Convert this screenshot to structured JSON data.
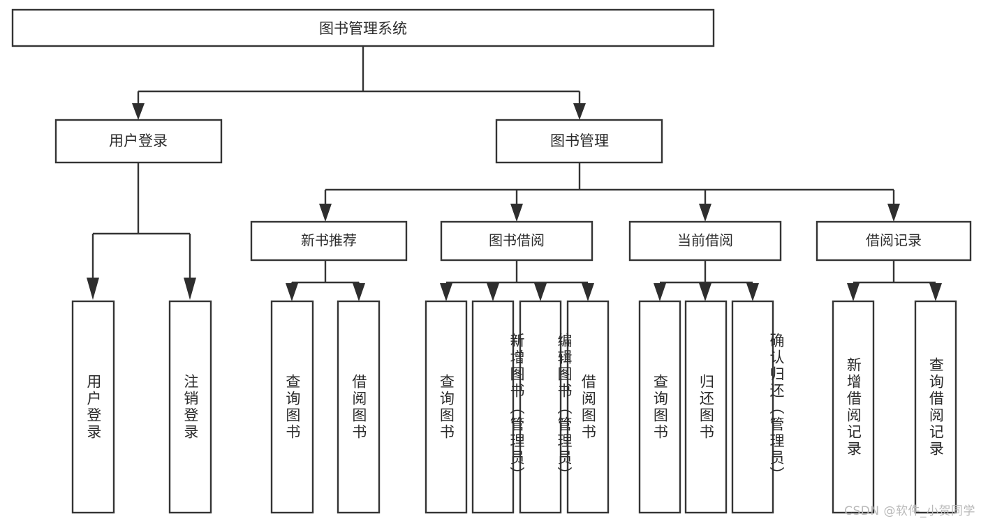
{
  "diagram": {
    "kind": "function-structure-tree",
    "title": "图书管理系统",
    "orientation": "top-down",
    "colors": {
      "box_stroke": "#343434",
      "box_fill": "#ffffff",
      "connector": "#343434",
      "text": "#2b2b2b",
      "background": "#ffffff",
      "watermark_text": "#b9b9b9"
    },
    "root": {
      "label": "图书管理系统"
    },
    "level1": [
      {
        "label": "用户登录"
      },
      {
        "label": "图书管理"
      }
    ],
    "level2": [
      {
        "label": "新书推荐",
        "parent": "图书管理"
      },
      {
        "label": "图书借阅",
        "parent": "图书管理"
      },
      {
        "label": "当前借阅",
        "parent": "图书管理"
      },
      {
        "label": "借阅记录",
        "parent": "图书管理"
      }
    ],
    "leaves": {
      "user_login": [
        {
          "label": "用户登录"
        },
        {
          "label": "注销登录"
        }
      ],
      "new_book_recommend": [
        {
          "label": "查询图书"
        },
        {
          "label": "借阅图书"
        }
      ],
      "book_borrow": [
        {
          "label": "查询图书"
        },
        {
          "label": "新增图书（管理员）"
        },
        {
          "label": "编辑图书（管理员）"
        },
        {
          "label": "借阅图书"
        }
      ],
      "current_borrow": [
        {
          "label": "查询图书"
        },
        {
          "label": "归还图书"
        },
        {
          "label": "确认归还（管理员）"
        }
      ],
      "borrow_record": [
        {
          "label": "新增借阅记录"
        },
        {
          "label": "查询借阅记录"
        }
      ]
    }
  },
  "watermark": {
    "text": "CSDN @软件_小贺同学"
  }
}
